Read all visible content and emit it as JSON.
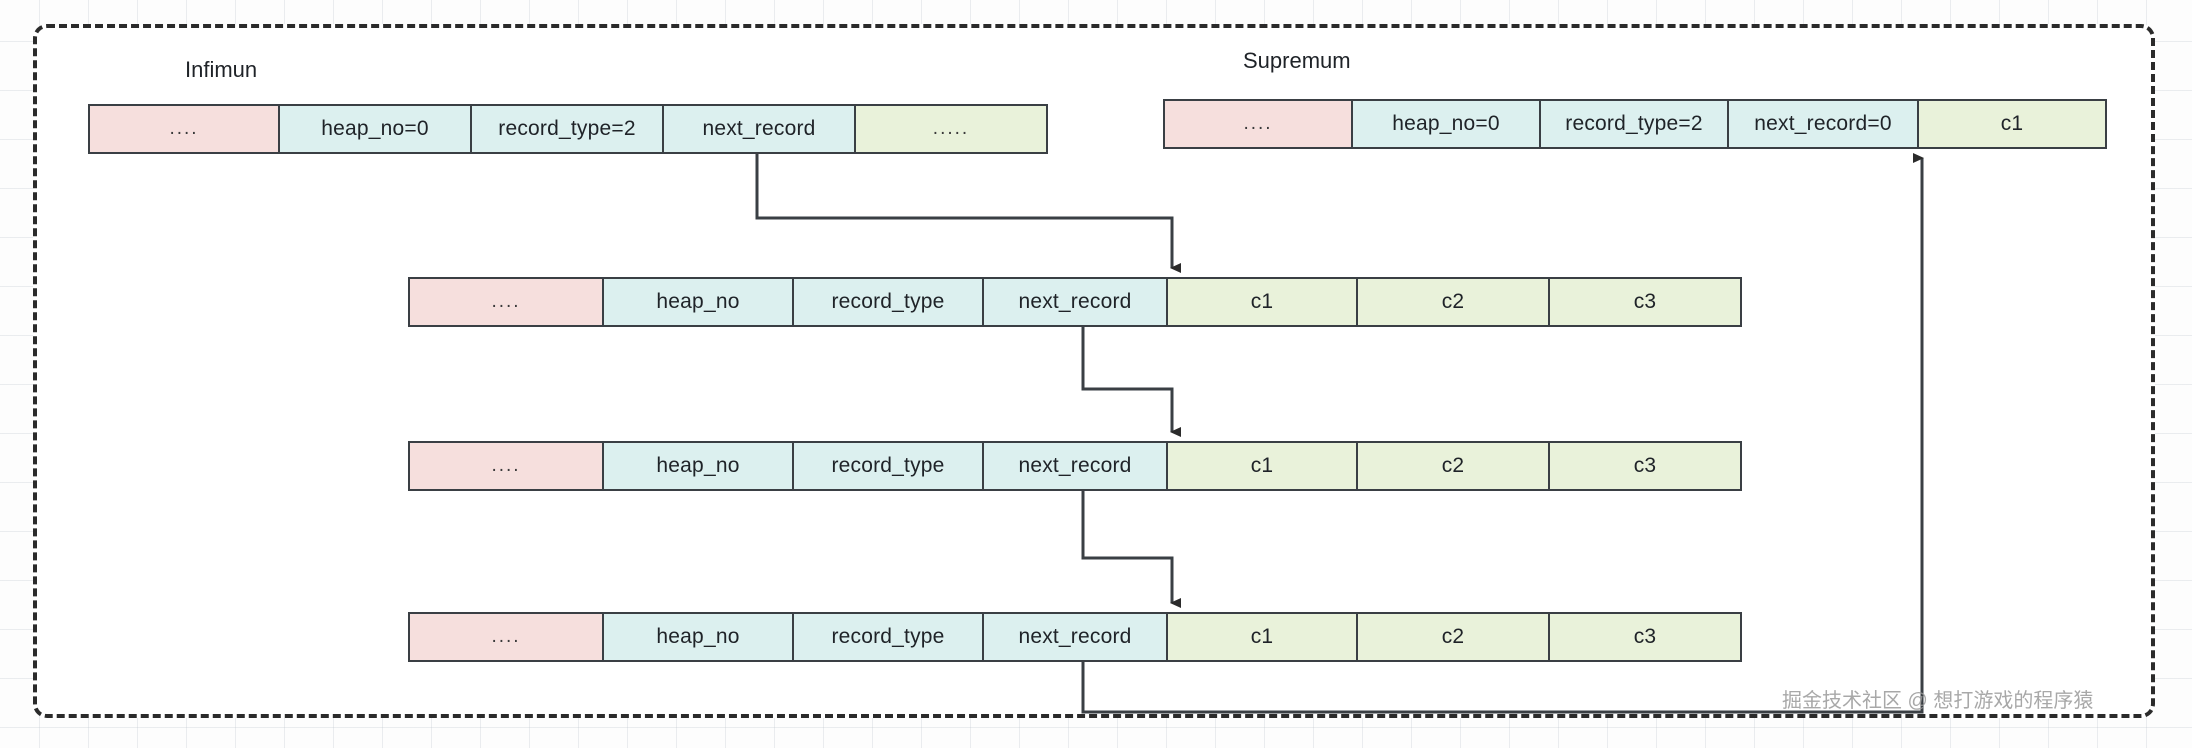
{
  "diagram": {
    "title_infimum": "Infimun",
    "title_supremum": "Supremum",
    "watermark": "掘金技术社区 @ 想打游戏的程序猿",
    "colors": {
      "pink_cell": "#f6dfdd",
      "blue_cell": "#dcf0ef",
      "green_cell": "#e9f2da",
      "border": "#3a3f44",
      "panel_border": "#2b2b2b",
      "watermark": "#9a9a9a"
    },
    "rows": [
      {
        "name": "infimum-record",
        "label": "Infimun",
        "cells": [
          {
            "text": "....",
            "type": "pink"
          },
          {
            "text": "heap_no=0",
            "type": "blue"
          },
          {
            "text": "record_type=2",
            "type": "blue"
          },
          {
            "text": "next_record",
            "type": "blue"
          },
          {
            "text": ".....",
            "type": "green"
          }
        ]
      },
      {
        "name": "supremum-record",
        "label": "Supremum",
        "cells": [
          {
            "text": "....",
            "type": "pink"
          },
          {
            "text": "heap_no=0",
            "type": "blue"
          },
          {
            "text": "record_type=2",
            "type": "blue"
          },
          {
            "text": "next_record=0",
            "type": "blue"
          },
          {
            "text": "c1",
            "type": "green"
          }
        ]
      },
      {
        "name": "user-record-1",
        "label": "",
        "cells": [
          {
            "text": "....",
            "type": "pink"
          },
          {
            "text": "heap_no",
            "type": "blue"
          },
          {
            "text": "record_type",
            "type": "blue"
          },
          {
            "text": "next_record",
            "type": "blue"
          },
          {
            "text": "c1",
            "type": "green"
          },
          {
            "text": "c2",
            "type": "green"
          },
          {
            "text": "c3",
            "type": "green"
          }
        ]
      },
      {
        "name": "user-record-2",
        "label": "",
        "cells": [
          {
            "text": "....",
            "type": "pink"
          },
          {
            "text": "heap_no",
            "type": "blue"
          },
          {
            "text": "record_type",
            "type": "blue"
          },
          {
            "text": "next_record",
            "type": "blue"
          },
          {
            "text": "c1",
            "type": "green"
          },
          {
            "text": "c2",
            "type": "green"
          },
          {
            "text": "c3",
            "type": "green"
          }
        ]
      },
      {
        "name": "user-record-3",
        "label": "",
        "cells": [
          {
            "text": "....",
            "type": "pink"
          },
          {
            "text": "heap_no",
            "type": "blue"
          },
          {
            "text": "record_type",
            "type": "blue"
          },
          {
            "text": "next_record",
            "type": "blue"
          },
          {
            "text": "c1",
            "type": "green"
          },
          {
            "text": "c2",
            "type": "green"
          },
          {
            "text": "c3",
            "type": "green"
          }
        ]
      }
    ],
    "links": [
      {
        "from": "infimum-record.next_record",
        "to": "user-record-1.next_record"
      },
      {
        "from": "user-record-1.next_record",
        "to": "user-record-2.next_record"
      },
      {
        "from": "user-record-2.next_record",
        "to": "user-record-3.next_record"
      },
      {
        "from": "user-record-3.next_record",
        "to": "supremum-record.next_record"
      }
    ]
  }
}
